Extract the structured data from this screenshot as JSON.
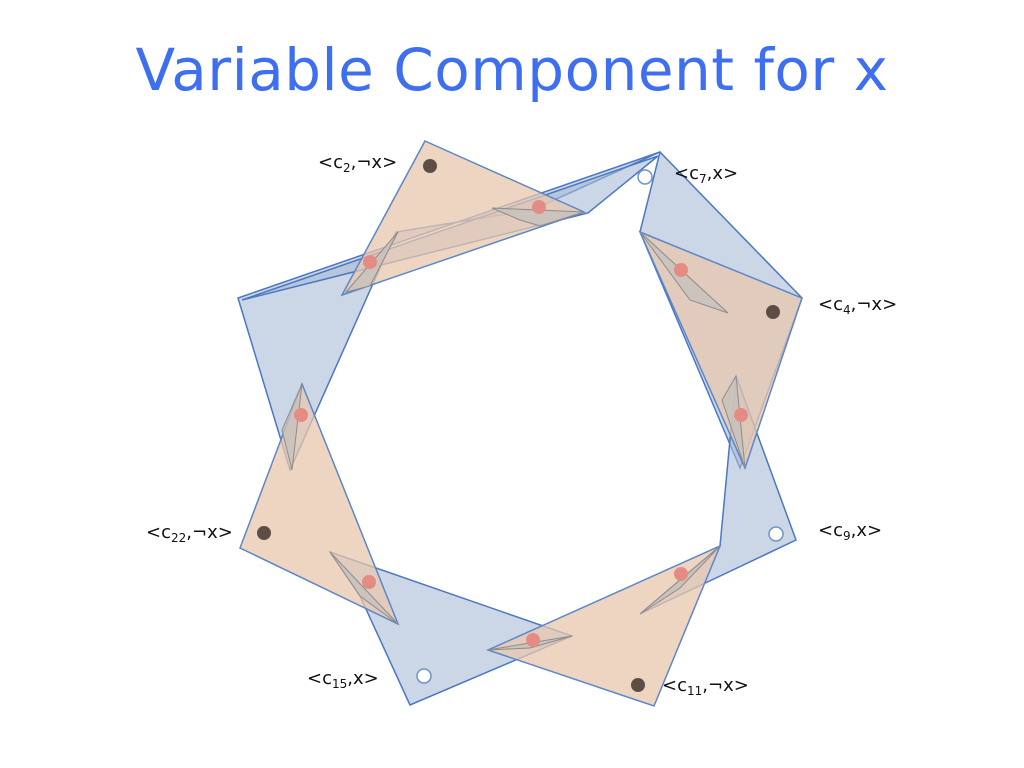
{
  "title": "Variable Component for x",
  "labels": [
    {
      "id": "c2",
      "text": "<c",
      "sub": "2",
      "lit": ",¬x>"
    },
    {
      "id": "c7",
      "text": "<c",
      "sub": "7",
      "lit": ",x>"
    },
    {
      "id": "c4",
      "text": "<c",
      "sub": "4",
      "lit": ",¬x>"
    },
    {
      "id": "c9",
      "text": "<c",
      "sub": "9",
      "lit": ",x>"
    },
    {
      "id": "c22",
      "text": "<c",
      "sub": "22",
      "lit": ",¬x>"
    },
    {
      "id": "c15",
      "text": "<c",
      "sub": "15",
      "lit": ",x>"
    },
    {
      "id": "c11",
      "text": "<c",
      "sub": "11",
      "lit": ",¬x>"
    }
  ],
  "colors": {
    "title": "#3d6ff0",
    "blue_fill": "#a9bbd6",
    "blue_stroke": "#4a78c2",
    "tan_fill": "#e8c7ae",
    "tan_stroke": "#5d86c8",
    "gray_fill": "#c8c1bd",
    "pink_dot": "#e48c84",
    "dark_dot": "#5d4e45",
    "hollow_dot_stroke": "#6d95c9"
  }
}
